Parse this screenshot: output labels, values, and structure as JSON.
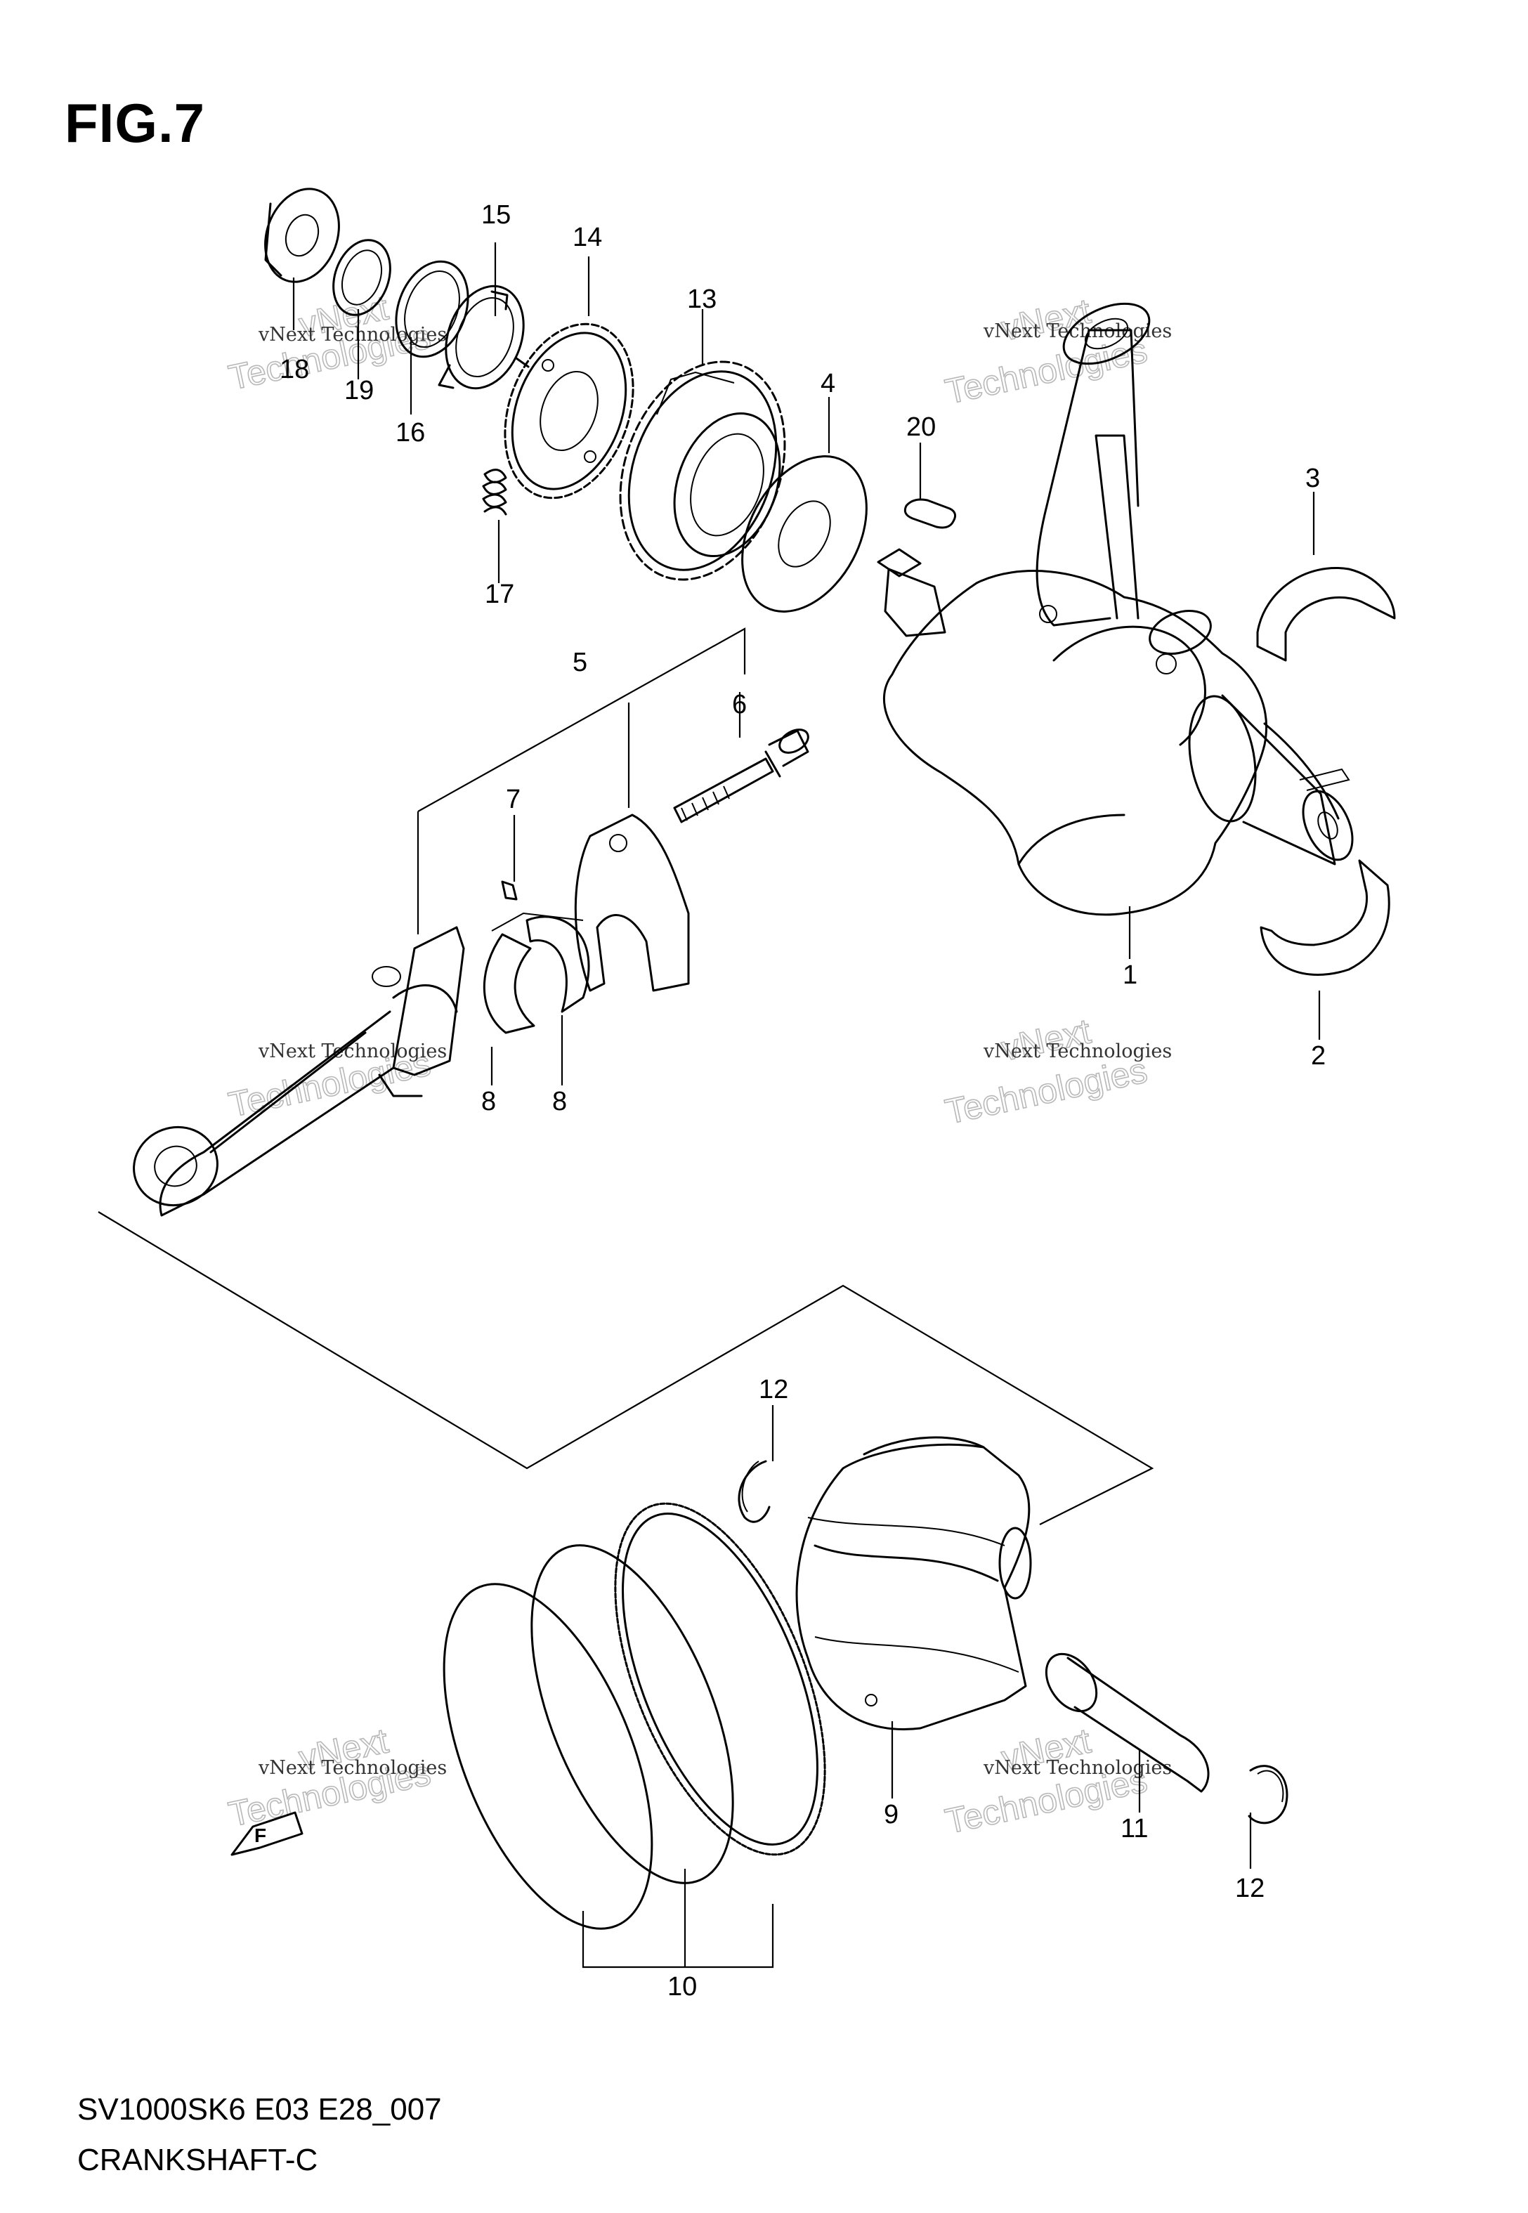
{
  "figure": {
    "title": "FIG.7"
  },
  "footer": {
    "code": "SV1000SK6 E03 E28_007",
    "title": "CRANKSHAFT-C"
  },
  "watermark": {
    "line1": "vNext Technologies",
    "line2": "vNext",
    "line3": "Technologies"
  },
  "callouts": {
    "c1": "1",
    "c2": "2",
    "c3": "3",
    "c4": "4",
    "c5": "5",
    "c6": "6",
    "c7": "7",
    "c8a": "8",
    "c8b": "8",
    "c9": "9",
    "c10": "10",
    "c11": "11",
    "c12a": "12",
    "c12b": "12",
    "c13": "13",
    "c14": "14",
    "c15": "15",
    "c16": "16",
    "c17": "17",
    "c18": "18",
    "c19": "19",
    "c20": "20"
  },
  "direction_arrow": {
    "label": "F"
  }
}
